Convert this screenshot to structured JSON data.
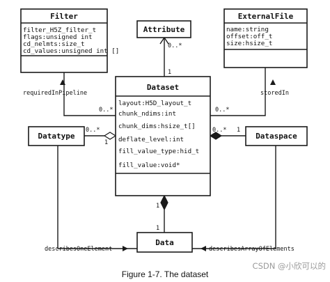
{
  "classes": {
    "filter": {
      "name": "Filter",
      "attributes": [
        "filter_H5Z_filter_t",
        "flags:unsigned int",
        "cd_nelmts:size_t",
        "cd_values:unsigned int []"
      ]
    },
    "attribute": {
      "name": "Attribute"
    },
    "external_file": {
      "name": "ExternalFile",
      "attributes": [
        "name:string",
        "offset:off_t",
        "size:hsize_t"
      ]
    },
    "dataset": {
      "name": "Dataset",
      "attributes": [
        "layout:H5D_layout_t",
        "chunk_ndims:int",
        "chunk_dims:hsize_t[]",
        "deflate_level:int",
        "fill_value_type:hid_t",
        "fill_value:void*"
      ]
    },
    "datatype": {
      "name": "Datatype"
    },
    "dataspace": {
      "name": "Dataspace"
    },
    "data": {
      "name": "Data"
    }
  },
  "associations": {
    "required_in_pipeline": {
      "role": "requiredInPipeline",
      "multiplicity": "0..*"
    },
    "attribute_link": {
      "mult_attribute": "0..*",
      "mult_dataset": "1"
    },
    "stored_in": {
      "role": "storedIn",
      "multiplicity": "0..*"
    },
    "datatype_link": {
      "mult_dataset": "0..*",
      "mult_datatype": "1"
    },
    "dataspace_link": {
      "mult_dataset": "0..*",
      "mult_dataspace": "1"
    },
    "data_link": {
      "mult_dataset": "1",
      "mult_data": "1"
    },
    "describes_one_element": {
      "role": "describesOneElement"
    },
    "describes_array_of_elements": {
      "role": "describesArrayOfElements"
    }
  },
  "caption": "Figure 1-7. The dataset",
  "watermark": "CSDN @小欣可以的"
}
